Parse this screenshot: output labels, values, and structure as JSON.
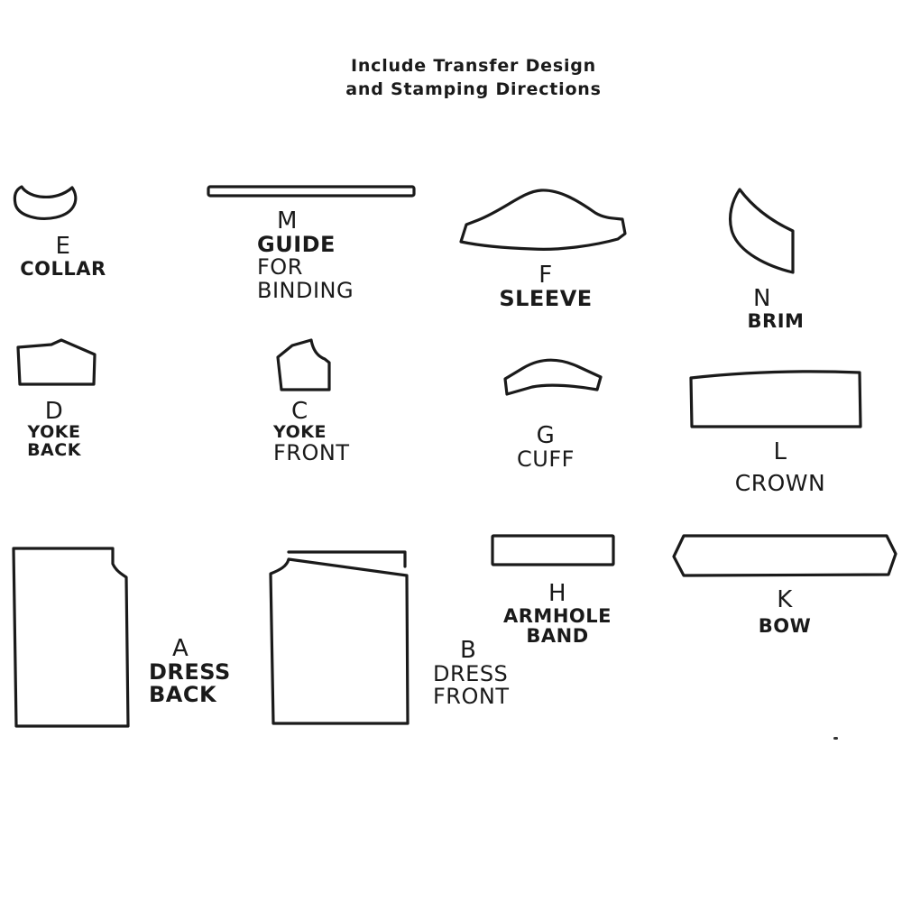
{
  "header": {
    "line1": "Include Transfer Design",
    "line2": "and Stamping Directions"
  },
  "pieces": {
    "E": {
      "letter": "E",
      "line1": "COLLAR",
      "line2": ""
    },
    "M": {
      "letter": "M",
      "line1": "GUIDE",
      "line2": "FOR",
      "line3": "BINDING"
    },
    "F": {
      "letter": "F",
      "line1": "SLEEVE",
      "line2": ""
    },
    "N": {
      "letter": "N",
      "line1": "BRIM",
      "line2": ""
    },
    "D": {
      "letter": "D",
      "line1": "YOKE",
      "line2": "BACK"
    },
    "C": {
      "letter": "C",
      "line1": "YOKE",
      "line2": "FRONT"
    },
    "G": {
      "letter": "G",
      "line1": "CUFF",
      "line2": ""
    },
    "L": {
      "letter": "L",
      "line1": "CROWN",
      "line2": ""
    },
    "A": {
      "letter": "A",
      "line1": "DRESS",
      "line2": "BACK"
    },
    "B": {
      "letter": "B",
      "line1": "DRESS",
      "line2": "FRONT"
    },
    "H": {
      "letter": "H",
      "line1": "ARMHOLE",
      "line2": "BAND"
    },
    "K": {
      "letter": "K",
      "line1": "BOW",
      "line2": ""
    }
  },
  "colors": {
    "ink": "#1a1a1a",
    "paper": "#ffffff"
  }
}
